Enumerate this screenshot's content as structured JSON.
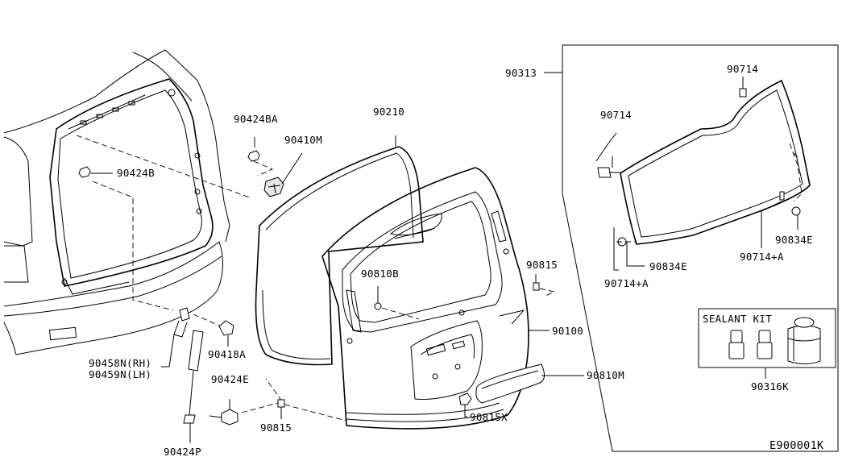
{
  "diagram": {
    "labels": {
      "p90313": "90313",
      "p90714_top": "90714",
      "p90714_left": "90714",
      "p90834e_right": "90834E",
      "p90714a_right": "90714+A",
      "p90834e_left": "90834E",
      "p90714a_left": "90714+A",
      "p90210": "90210",
      "p90424ba": "90424BA",
      "p90410m": "90410M",
      "p90424b": "90424B",
      "p90810b": "90810B",
      "p90815_top": "90815",
      "p90100": "90100",
      "p90810m": "90810M",
      "p90815x": "90815X",
      "p90815_bottom": "90815",
      "p90418a": "90418A",
      "p90424e": "90424E",
      "p90424p": "90424P",
      "p90458n": "90458N(RH)",
      "p90459n": "90459N(LH)",
      "sealant_kit": "SEALANT KIT",
      "p90316k": "90316K",
      "diagram_id": "E900001K"
    }
  }
}
